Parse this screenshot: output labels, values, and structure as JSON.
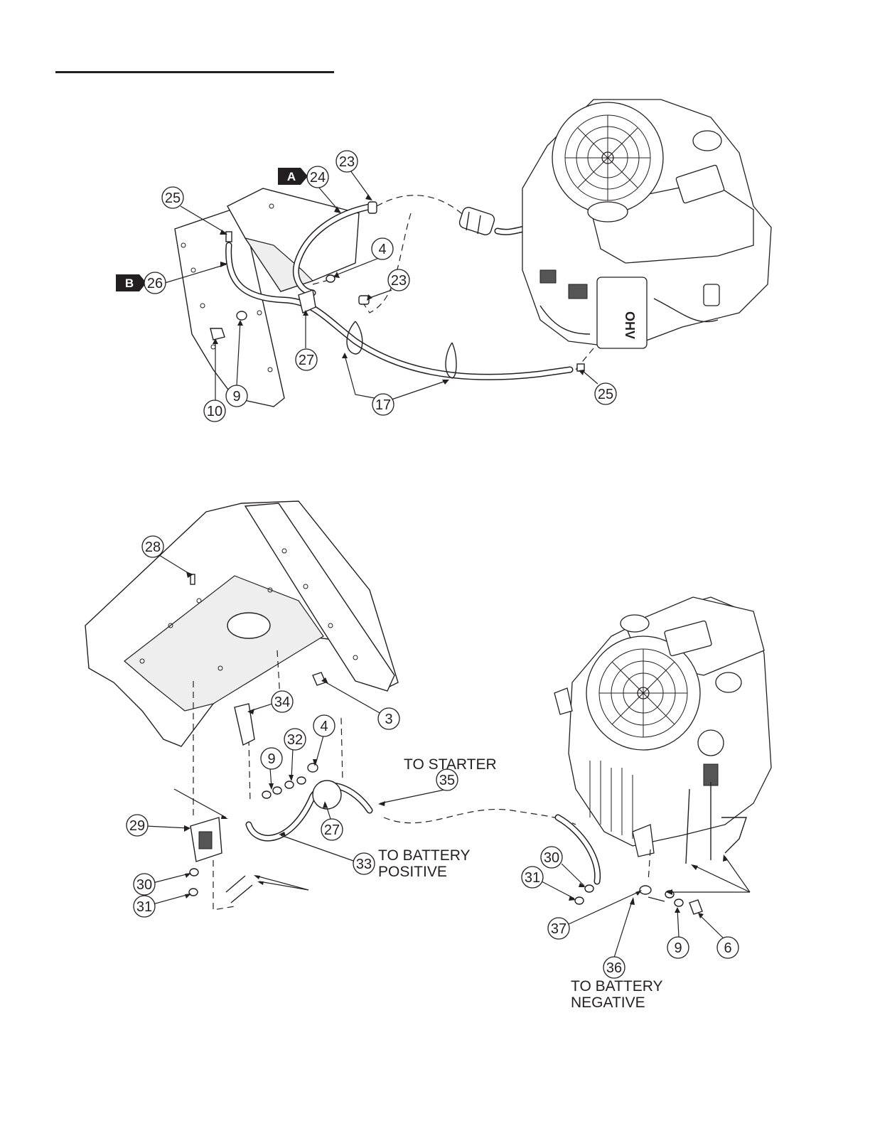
{
  "header": {
    "rule_visible": true
  },
  "diagram_top": {
    "callouts": [
      {
        "id": "c-top-23a",
        "label": "23"
      },
      {
        "id": "c-top-24",
        "label": "24"
      },
      {
        "id": "c-top-25a",
        "label": "25"
      },
      {
        "id": "c-top-26",
        "label": "26"
      },
      {
        "id": "c-top-4",
        "label": "4"
      },
      {
        "id": "c-top-23b",
        "label": "23"
      },
      {
        "id": "c-top-27",
        "label": "27"
      },
      {
        "id": "c-top-10",
        "label": "10"
      },
      {
        "id": "c-top-9",
        "label": "9"
      },
      {
        "id": "c-top-17",
        "label": "17"
      },
      {
        "id": "c-top-25b",
        "label": "25"
      }
    ],
    "tags": [
      {
        "id": "tag-a",
        "label": "A"
      },
      {
        "id": "tag-b",
        "label": "B"
      }
    ],
    "engine_text": "OHV"
  },
  "diagram_bottom": {
    "callouts": [
      {
        "id": "c-bot-28",
        "label": "28"
      },
      {
        "id": "c-bot-3",
        "label": "3"
      },
      {
        "id": "c-bot-34",
        "label": "34"
      },
      {
        "id": "c-bot-4",
        "label": "4"
      },
      {
        "id": "c-bot-32",
        "label": "32"
      },
      {
        "id": "c-bot-9a",
        "label": "9"
      },
      {
        "id": "c-bot-35",
        "label": "35"
      },
      {
        "id": "c-bot-29",
        "label": "29"
      },
      {
        "id": "c-bot-27",
        "label": "27"
      },
      {
        "id": "c-bot-33",
        "label": "33"
      },
      {
        "id": "c-bot-30a",
        "label": "30"
      },
      {
        "id": "c-bot-31a",
        "label": "31"
      },
      {
        "id": "c-bot-30b",
        "label": "30"
      },
      {
        "id": "c-bot-31b",
        "label": "31"
      },
      {
        "id": "c-bot-37",
        "label": "37"
      },
      {
        "id": "c-bot-9b",
        "label": "9"
      },
      {
        "id": "c-bot-6",
        "label": "6"
      },
      {
        "id": "c-bot-36",
        "label": "36"
      }
    ],
    "notes": {
      "to_starter": "TO STARTER",
      "to_battery_positive_1": "TO BATTERY",
      "to_battery_positive_2": "POSITIVE",
      "to_battery_negative_1": "TO BATTERY",
      "to_battery_negative_2": "NEGATIVE"
    }
  }
}
